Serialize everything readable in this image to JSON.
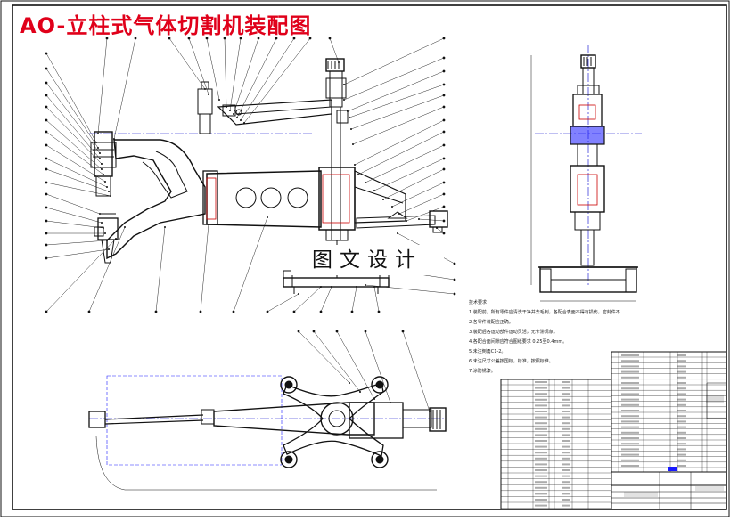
{
  "drawing": {
    "title": "AO-立柱式气体切割机装配图",
    "watermark": "图文设计",
    "technical_requirements": {
      "heading": "技术要求",
      "items": [
        "1.装配前，所有零件应清洗干净并去毛刺，各配合表面不得有损伤，密封件不得有划伤或变形。",
        "2.各零件装配应正确。",
        "3.装配后各运动部件运动灵活，无卡滞现象。",
        "4.各配合面间隙应符合图纸要求 0.25至0.4mm。",
        "5.未注倒角C1-2。",
        "6.未注尺寸公差按国标，标准，按照标准。",
        "7.涂防锈漆。"
      ]
    },
    "colors": {
      "line": "#111111",
      "title": "#e0001a",
      "centerline": "#0000cc",
      "hidden": "#cc0000",
      "highlight": "#1a1aff"
    }
  }
}
